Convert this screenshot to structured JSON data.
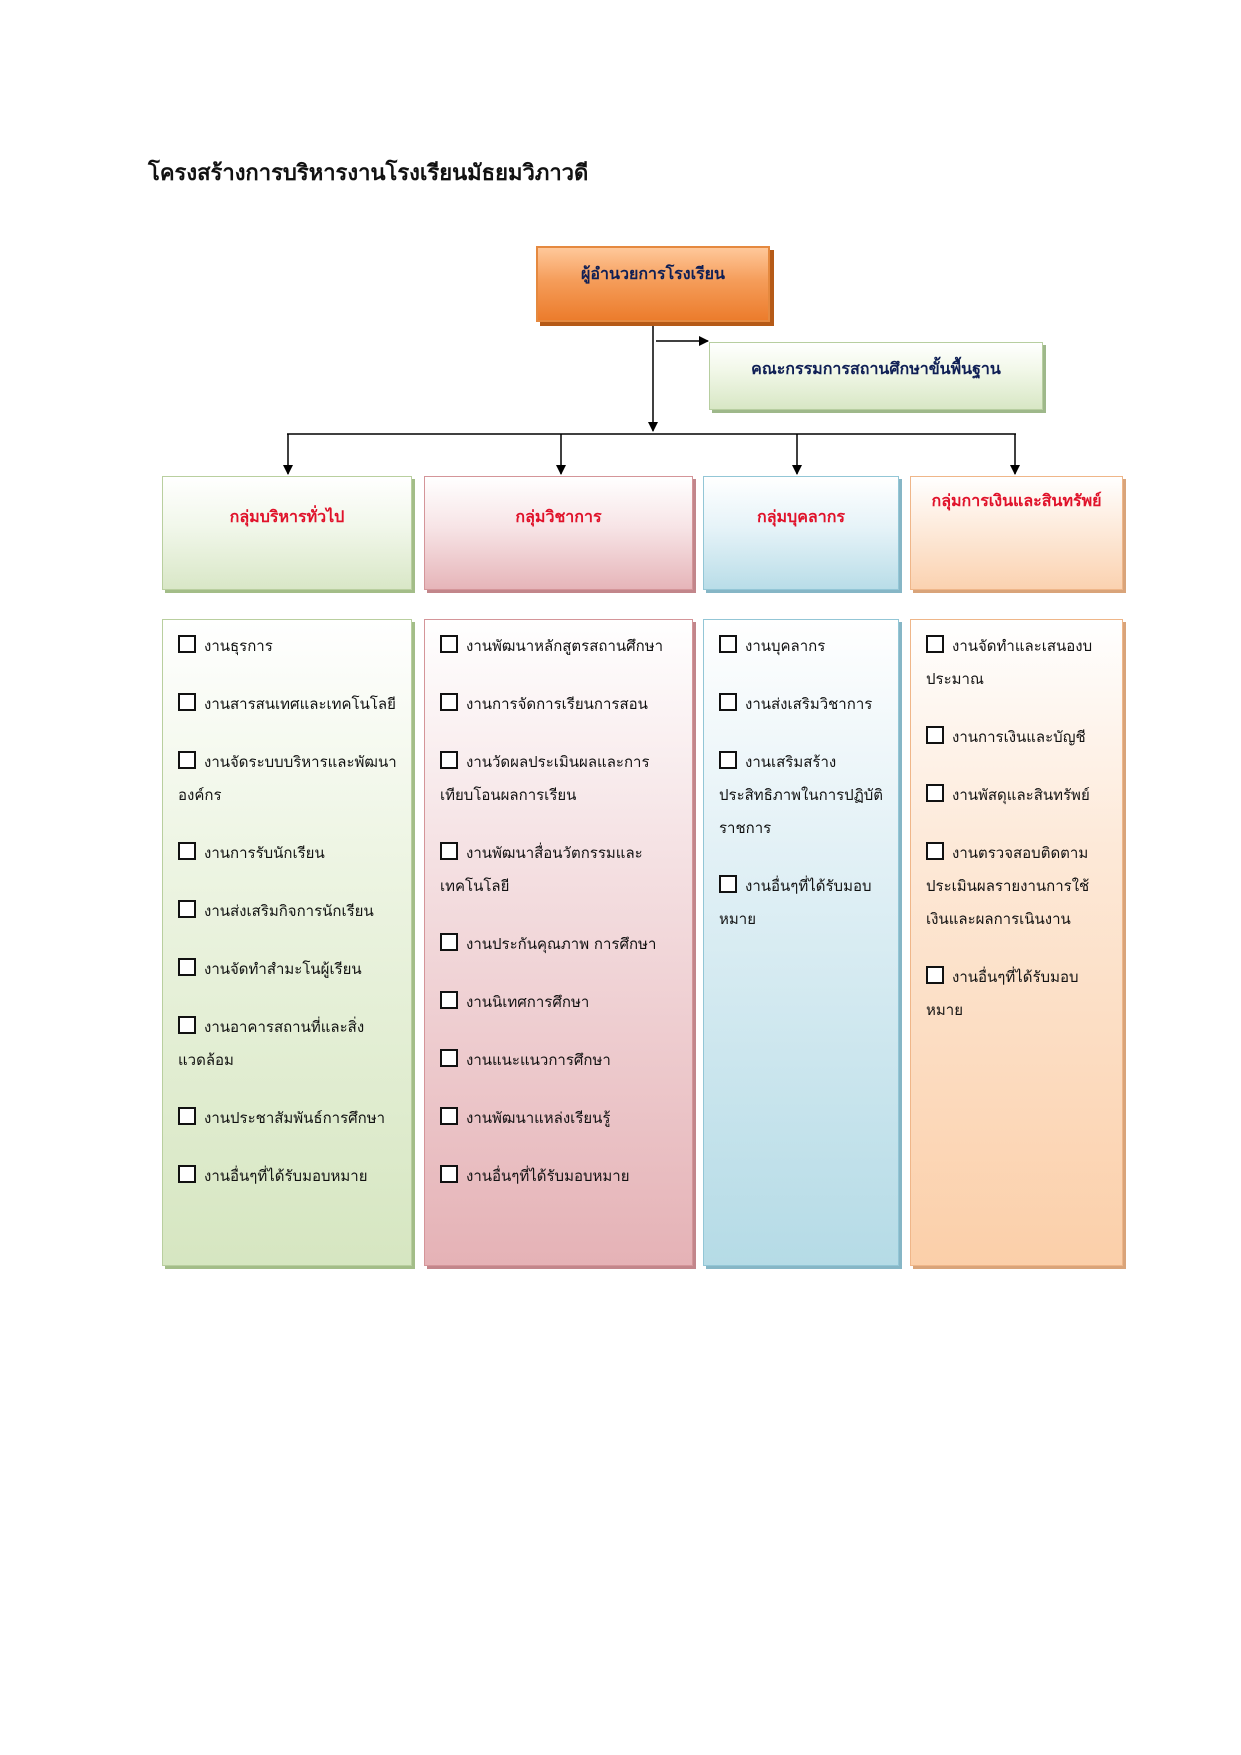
{
  "page": {
    "title": "โครงสร้างการบริหารงานโรงเรียนมัธยมวิภาวดี"
  },
  "director": {
    "label": "ผู้อำนวยการโรงเรียน"
  },
  "committee": {
    "label": "คณะกรรมการสถานศึกษาขั้นพื้นฐาน"
  },
  "groups": [
    {
      "title": "กลุ่มบริหารทั่วไป",
      "color": "#d9e7c7",
      "tasks": [
        "งานธุรการ",
        "งานสารสนเทศและเทคโนโลยี",
        "งานจัดระบบบริหารและพัฒนาองค์กร",
        "งานการรับนักเรียน",
        "งานส่งเสริมกิจการนักเรียน",
        "งานจัดทำสำมะโนผู้เรียน",
        "งานอาคารสถานที่และสิ่งแวดล้อม",
        "งานประชาสัมพันธ์การศึกษา",
        "งานอื่นๆที่ได้รับมอบหมาย"
      ]
    },
    {
      "title": "กลุ่มวิชาการ",
      "color": "#e6b5b9",
      "tasks": [
        "งานพัฒนาหลักสูตรสถานศึกษา",
        "งานการจัดการเรียนการสอน",
        "งานวัดผลประเมินผลและการเทียบโอนผลการเรียน",
        "งานพัฒนาสื่อนวัตกรรมและเทคโนโลยี",
        "งานประกันคุณภาพ  การศึกษา",
        "งานนิเทศการศึกษา",
        "งานแนะแนวการศึกษา",
        "งานพัฒนาแหล่งเรียนรู้",
        "งานอื่นๆที่ได้รับมอบหมาย"
      ]
    },
    {
      "title": "กลุ่มบุคลากร",
      "color": "#b9dde8",
      "tasks": [
        "งานบุคลากร",
        "งานส่งเสริมวิชาการ",
        "งานเสริมสร้างประสิทธิภาพในการปฏิบัติราชการ",
        "งานอื่นๆที่ได้รับมอบหมาย"
      ]
    },
    {
      "title": "กลุ่มการเงินและสินทรัพย์",
      "color": "#fbd2b0",
      "tasks": [
        "งานจัดทำและเสนองบประมาณ",
        "งานการเงินและบัญชี",
        "งานพัสดุและสินทรัพย์",
        "งานตรวจสอบติดตาม ประเมินผลรายงานการใช้เงินและผลการเนินงาน",
        "งานอื่นๆที่ได้รับมอบหมาย"
      ]
    }
  ]
}
